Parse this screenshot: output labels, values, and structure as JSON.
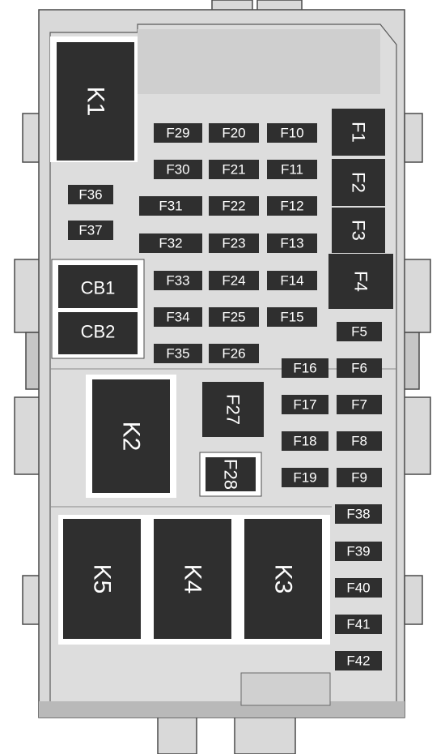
{
  "relays": {
    "k1": "K1",
    "k2": "K2",
    "k3": "K3",
    "k4": "K4",
    "k5": "K5"
  },
  "breakers": {
    "cb1": "CB1",
    "cb2": "CB2"
  },
  "fuses": {
    "f1": "F1",
    "f2": "F2",
    "f3": "F3",
    "f4": "F4",
    "f5": "F5",
    "f6": "F6",
    "f7": "F7",
    "f8": "F8",
    "f9": "F9",
    "f10": "F10",
    "f11": "F11",
    "f12": "F12",
    "f13": "F13",
    "f14": "F14",
    "f15": "F15",
    "f16": "F16",
    "f17": "F17",
    "f18": "F18",
    "f19": "F19",
    "f20": "F20",
    "f21": "F21",
    "f22": "F22",
    "f23": "F23",
    "f24": "F24",
    "f25": "F25",
    "f26": "F26",
    "f27": "F27",
    "f28": "F28",
    "f29": "F29",
    "f30": "F30",
    "f31": "F31",
    "f32": "F32",
    "f33": "F33",
    "f34": "F34",
    "f35": "F35",
    "f36": "F36",
    "f37": "F37",
    "f38": "F38",
    "f39": "F39",
    "f40": "F40",
    "f41": "F41",
    "f42": "F42"
  },
  "colors": {
    "housing": "#d9d9d9",
    "housing_shade": "#c6c6c6",
    "outline": "#4a4a4a",
    "component": "#2f2f2f",
    "label": "#ffffff"
  }
}
